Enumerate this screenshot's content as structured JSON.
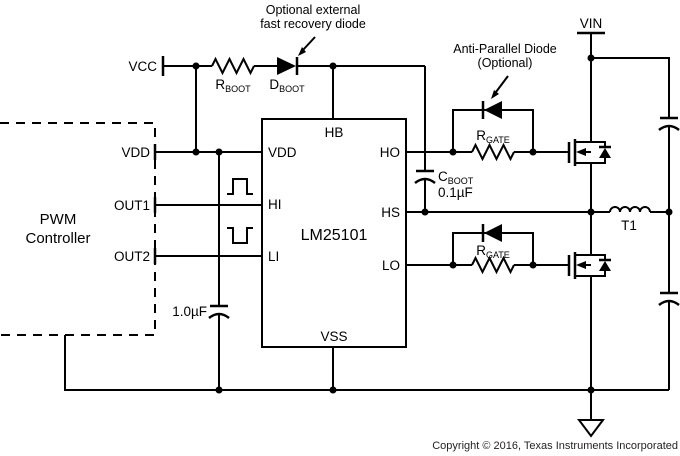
{
  "colors": {
    "line": "#000000",
    "background": "#ffffff",
    "text": "#000000",
    "copyright_text": "#231f20"
  },
  "annotations": {
    "boot_diode_note": {
      "line1": "Optional external",
      "line2": "fast recovery diode"
    },
    "antiparallel_note": {
      "line1": "Anti-Parallel Diode",
      "line2": "(Optional)"
    },
    "copyright": "Copyright © 2016, Texas Instruments Incorporated"
  },
  "pwm_controller": {
    "name_line1": "PWM",
    "name_line2": "Controller",
    "pins": {
      "vdd": "VDD",
      "out1": "OUT1",
      "out2": "OUT2"
    }
  },
  "driver_ic": {
    "part_number": "LM25101",
    "pins": {
      "hb": "HB",
      "vdd": "VDD",
      "hi": "HI",
      "li": "LI",
      "ho": "HO",
      "hs": "HS",
      "lo": "LO",
      "vss": "VSS"
    }
  },
  "power_nets": {
    "vcc": "VCC",
    "vin": "VIN"
  },
  "components": {
    "r_boot": {
      "ref": "R",
      "sub": "BOOT"
    },
    "d_boot": {
      "ref": "D",
      "sub": "BOOT"
    },
    "c_boot": {
      "ref": "C",
      "sub": "BOOT",
      "value": "0.1µF"
    },
    "r_gate_high": {
      "ref": "R",
      "sub": "GATE"
    },
    "r_gate_low": {
      "ref": "R",
      "sub": "GATE"
    },
    "vdd_cap": {
      "value": "1.0µF"
    },
    "inductor": {
      "ref": "T1"
    }
  }
}
